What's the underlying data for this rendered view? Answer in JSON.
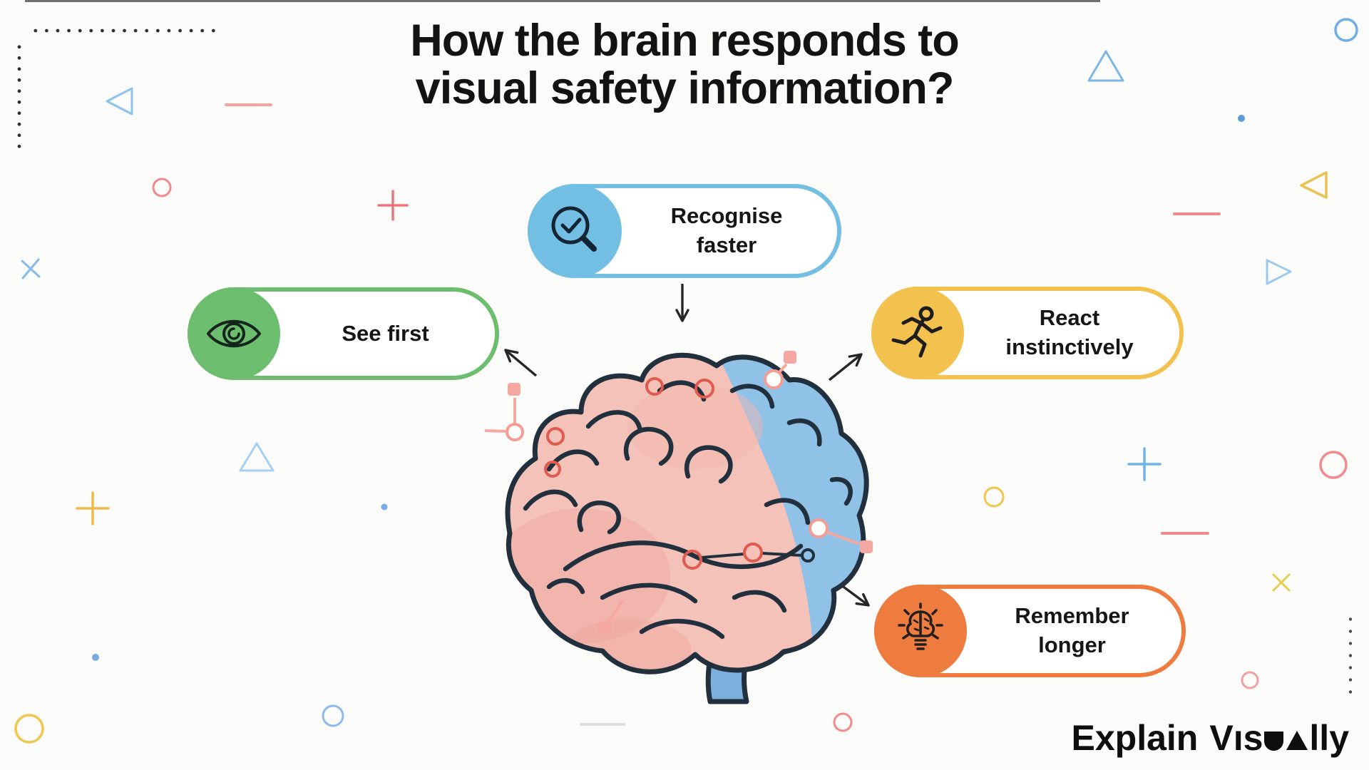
{
  "title": {
    "line1": "How the brain responds to",
    "line2": "visual safety information?"
  },
  "pills": {
    "recognise": {
      "line1": "Recognise",
      "line2": "faster",
      "color": "#73BFE3",
      "icon": "magnifier-check-icon"
    },
    "see": {
      "line1": "See first",
      "line2": "",
      "color": "#6CBE6E",
      "icon": "eye-icon"
    },
    "react": {
      "line1": "React",
      "line2": "instinctively",
      "color": "#F2C14E",
      "icon": "runner-icon"
    },
    "remember": {
      "line1": "Remember",
      "line2": "longer",
      "color": "#ED7C3E",
      "icon": "brain-bulb-icon"
    }
  },
  "brain": {
    "left_color": "#F5C2BA",
    "right_color": "#90C2E8",
    "outline_color": "#22303E",
    "node_color": "#E05A4E"
  },
  "logo": {
    "word": "Explain",
    "v_part": "Vıs",
    "tail": "lly"
  }
}
